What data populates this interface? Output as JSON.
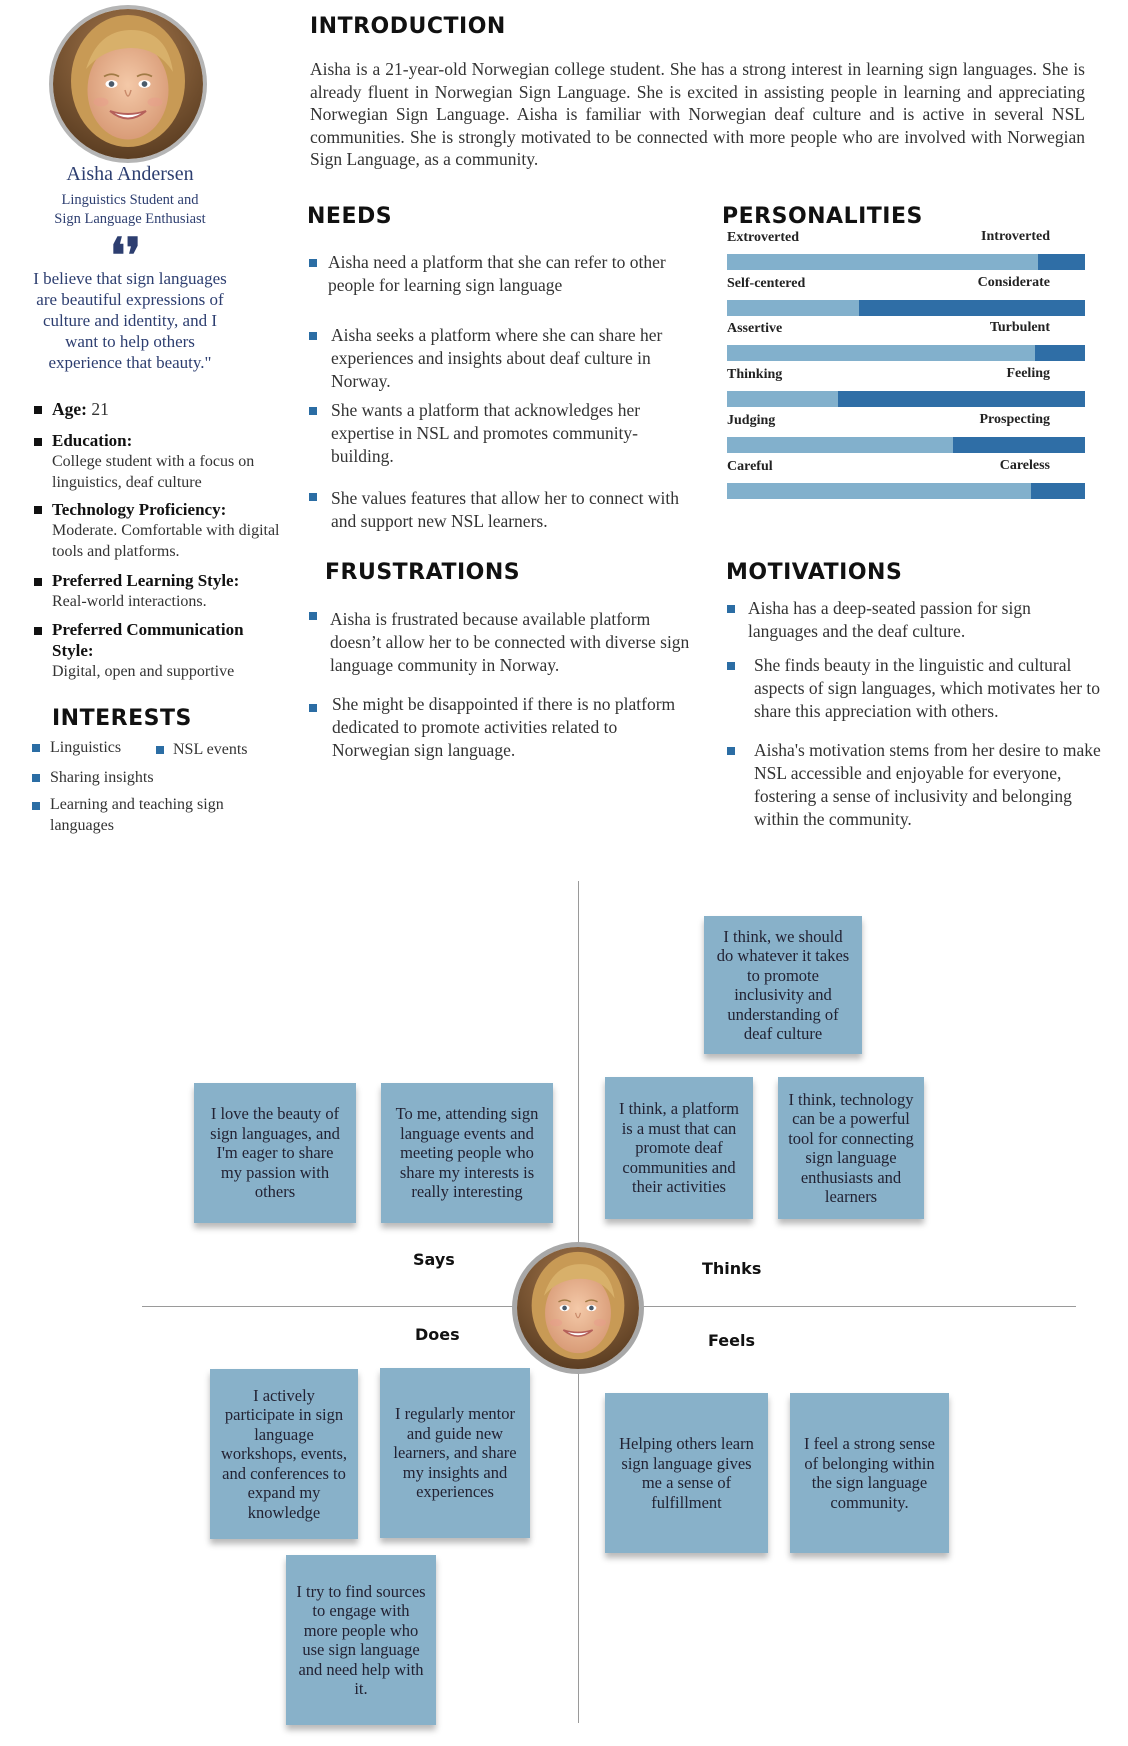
{
  "profile": {
    "name": "Aisha Andersen",
    "role_line1": "Linguistics Student and",
    "role_line2": "Sign Language Enthusiast",
    "quote_mark": "❛❜",
    "quote": "I believe that sign languages are beautiful expressions of culture and identity, and I want to help others experience that beauty.\""
  },
  "attributes": [
    {
      "label": "Age:",
      "value": "21"
    },
    {
      "label": "Education:",
      "value": "College student with a focus on linguistics, deaf culture"
    },
    {
      "label": "Technology Proficiency:",
      "value": "Moderate. Comfortable with digital tools and platforms."
    },
    {
      "label": "Preferred Learning Style:",
      "value": "Real-world interactions."
    },
    {
      "label": "Preferred Communication Style:",
      "value": "Digital, open and supportive"
    }
  ],
  "interests": {
    "title": "INTERESTS",
    "items": [
      "Linguistics",
      "NSL events",
      "Sharing insights",
      "Learning and teaching sign languages"
    ]
  },
  "introduction": {
    "title": "INTRODUCTION",
    "text": "Aisha is a 21-year-old Norwegian college student. She has a strong interest in learning sign languages. She is already fluent in Norwegian Sign Language. She is excited in assisting people in learning and appreciating Norwegian Sign Language. Aisha is familiar with Norwegian deaf culture and is active in several NSL communities. She is strongly motivated to be connected with more people who are involved with Norwegian Sign Language, as a community."
  },
  "needs": {
    "title": "NEEDS",
    "items": [
      "Aisha need a platform that she can refer to other people for learning sign language",
      "Aisha seeks a platform where she can share her experiences and insights about deaf culture in Norway.",
      "She wants a platform that acknowledges her expertise in NSL and promotes community-building.",
      "She values features that allow her to connect with and support new NSL learners."
    ]
  },
  "frustrations": {
    "title": "FRUSTRATIONS",
    "items": [
      "Aisha is frustrated because available platform doesn’t allow her to be connected with diverse sign language community in Norway.",
      "She might be disappointed if there is no platform dedicated to promote activities related to Norwegian sign language."
    ]
  },
  "personalities": {
    "title": "PERSONALITIES",
    "traits": [
      {
        "left": "Extroverted",
        "right": "Introverted",
        "level": 0.87
      },
      {
        "left": "Self-centered",
        "right": "Considerate",
        "level": 0.37
      },
      {
        "left": "Assertive",
        "right": "Turbulent",
        "level": 0.86
      },
      {
        "left": "Thinking",
        "right": "Feeling",
        "level": 0.31
      },
      {
        "left": "Judging",
        "right": "Prospecting",
        "level": 0.63
      },
      {
        "left": "Careful",
        "right": "Careless",
        "level": 0.85
      }
    ],
    "colors": {
      "fill": "#82b0cc",
      "track": "#2f6ea6"
    }
  },
  "motivations": {
    "title": "MOTIVATIONS",
    "items": [
      "Aisha has a deep-seated passion for sign languages and the deaf culture.",
      "She finds beauty in the linguistic and cultural aspects of sign languages, which motivates her to share this appreciation with others.",
      "Aisha's motivation stems from her desire to make NSL accessible and enjoyable for everyone, fostering a sense of inclusivity and belonging within the community."
    ]
  },
  "empathy_map": {
    "labels": {
      "says": "Says",
      "thinks": "Thinks",
      "does": "Does",
      "feels": "Feels"
    },
    "says": [
      "I love the beauty of sign languages, and I'm eager to share my passion with others",
      "To me, attending sign language events and meeting people who share my interests is really interesting"
    ],
    "thinks": [
      "I think, we should do whatever it takes to promote inclusivity and understanding of deaf culture",
      "I think, a platform is a must that can promote deaf communities and their activities",
      "I think, technology can be a powerful tool for connecting sign language enthusiasts and learners"
    ],
    "does": [
      "I actively participate in sign language workshops, events, and conferences to expand my knowledge",
      "I regularly mentor and guide new learners, and share my insights and experiences",
      "I try to find sources to engage with more people who use sign language and need help with it."
    ],
    "feels": [
      "Helping others learn sign language gives me a sense of fulfillment",
      "I feel a strong sense of belonging within the sign language community."
    ],
    "note_color": "#88b1c9"
  }
}
